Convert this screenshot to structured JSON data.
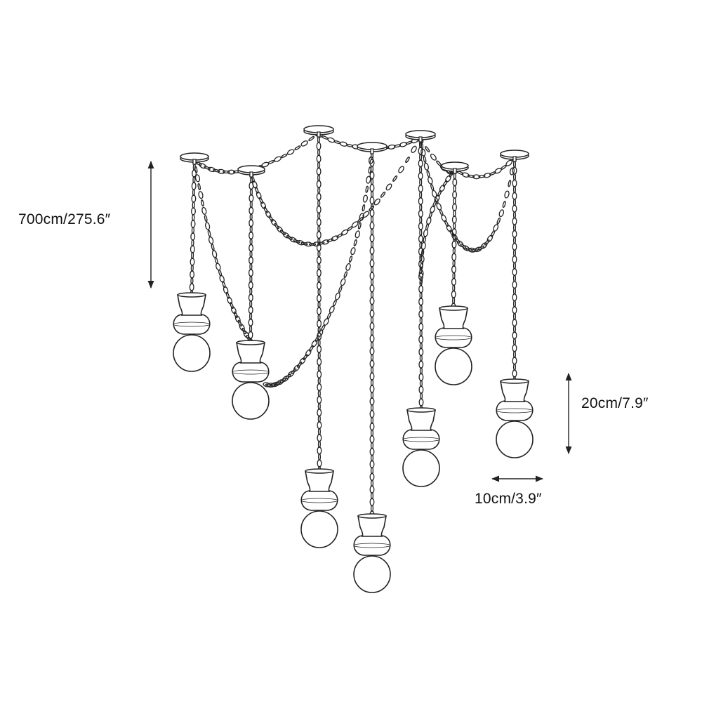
{
  "figure": {
    "subject": "multi-pendant chain chandelier",
    "ink_color": "#222222",
    "paper_color": "#ffffff",
    "pendant_count": 7,
    "canopy_count": 7
  },
  "dimensions": {
    "overall_height": {
      "label": "700cm/275.6″"
    },
    "pendant_height": {
      "label": "20cm/7.9″"
    },
    "pendant_width": {
      "label": "10cm/3.9″"
    }
  }
}
